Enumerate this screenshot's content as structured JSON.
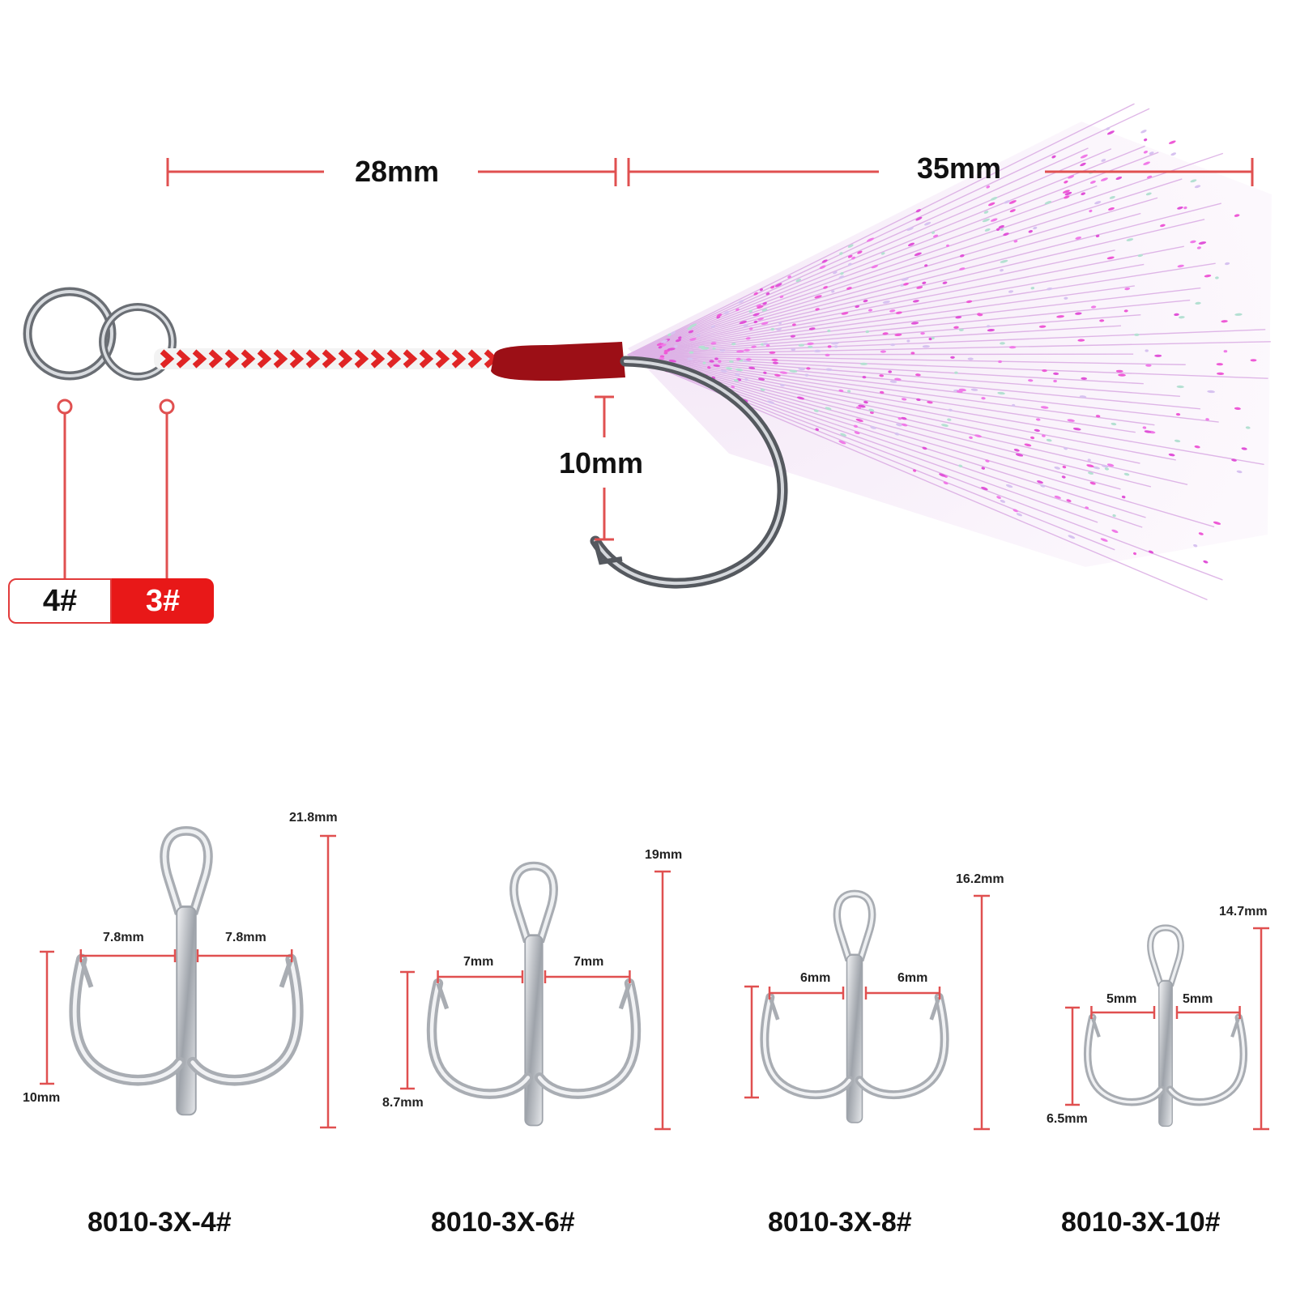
{
  "assist_hook": {
    "rope_length": "28mm",
    "skirt_length": "35mm",
    "gap": "10mm",
    "rings": [
      {
        "size": "4#",
        "style": "outlined"
      },
      {
        "size": "3#",
        "style": "filled"
      }
    ]
  },
  "treble_hooks": [
    {
      "model": "8010-3X-4#",
      "height": "21.8mm",
      "left_width": "7.8mm",
      "right_width": "7.8mm",
      "gap": "10mm"
    },
    {
      "model": "8010-3X-6#",
      "height": "19mm",
      "left_width": "7mm",
      "right_width": "7mm",
      "gap": "8.7mm"
    },
    {
      "model": "8010-3X-8#",
      "height": "16.2mm",
      "left_width": "6mm",
      "right_width": "6mm",
      "gap": ""
    },
    {
      "model": "8010-3X-10#",
      "height": "14.7mm",
      "left_width": "5mm",
      "right_width": "5mm",
      "gap": "6.5mm"
    }
  ],
  "colors": {
    "dimension": "#e05050",
    "accent_red": "#e81818",
    "skirt": "#e070e0",
    "metal": "#b8bcc2"
  }
}
